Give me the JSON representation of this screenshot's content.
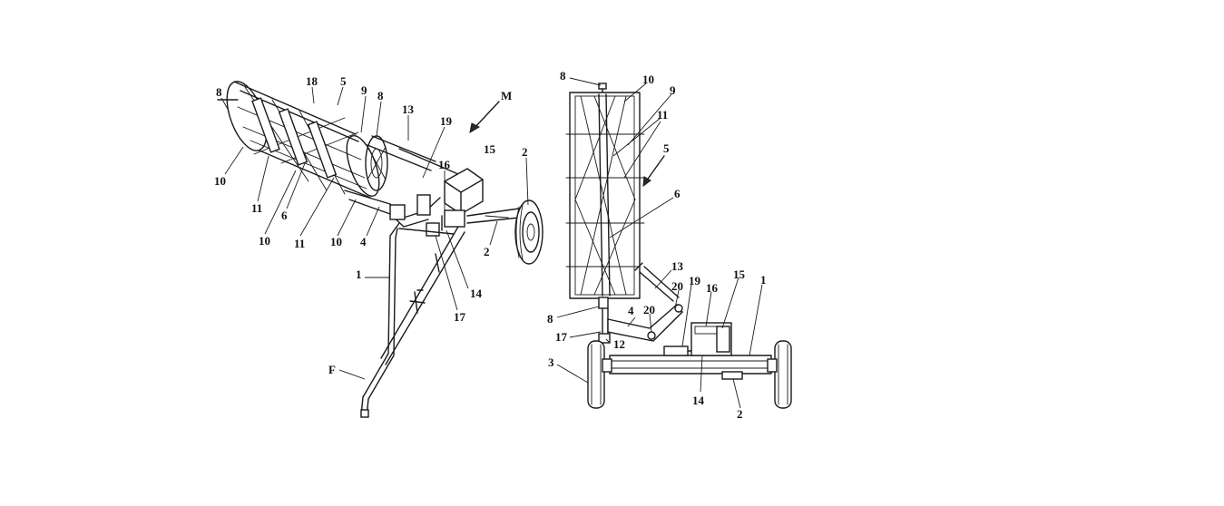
{
  "figure_left": {
    "callouts": [
      "8",
      "18",
      "5",
      "9",
      "8",
      "13",
      "19",
      "M",
      "15",
      "16",
      "2",
      "10",
      "11",
      "6",
      "10",
      "11",
      "10",
      "4",
      "2",
      "1",
      "14",
      "17",
      "F"
    ]
  },
  "figure_right": {
    "callouts": [
      "8",
      "10",
      "9",
      "11",
      "5",
      "6",
      "13",
      "19",
      "20",
      "16",
      "15",
      "1",
      "8",
      "4",
      "20",
      "17",
      "12",
      "3",
      "14",
      "2"
    ]
  }
}
